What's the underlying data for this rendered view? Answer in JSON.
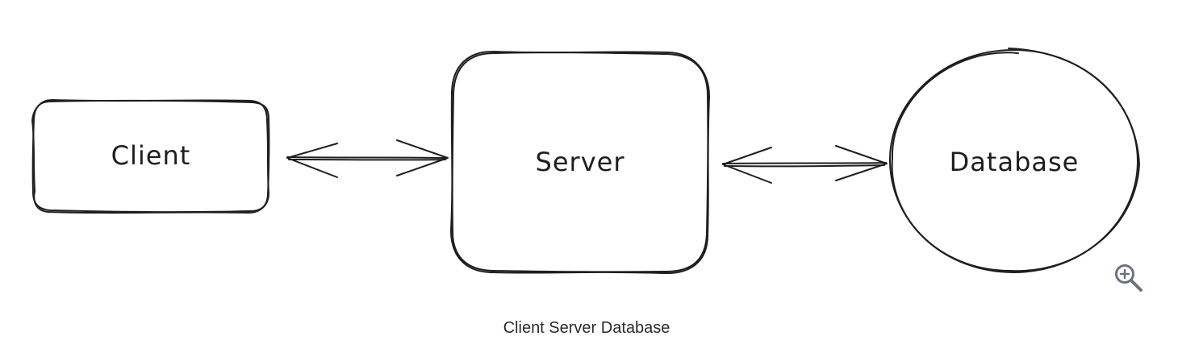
{
  "diagram": {
    "nodes": [
      {
        "id": "client",
        "label": "Client",
        "shape": "rounded-rectangle"
      },
      {
        "id": "server",
        "label": "Server",
        "shape": "rounded-rectangle"
      },
      {
        "id": "database",
        "label": "Database",
        "shape": "ellipse"
      }
    ],
    "edges": [
      {
        "from": "client",
        "to": "server",
        "direction": "bidirectional"
      },
      {
        "from": "server",
        "to": "database",
        "direction": "bidirectional"
      }
    ],
    "stroke_color": "#1e1e1e",
    "style": "hand-drawn"
  },
  "caption": "Client Server Database",
  "zoom_button": {
    "icon": "zoom-in-icon"
  }
}
